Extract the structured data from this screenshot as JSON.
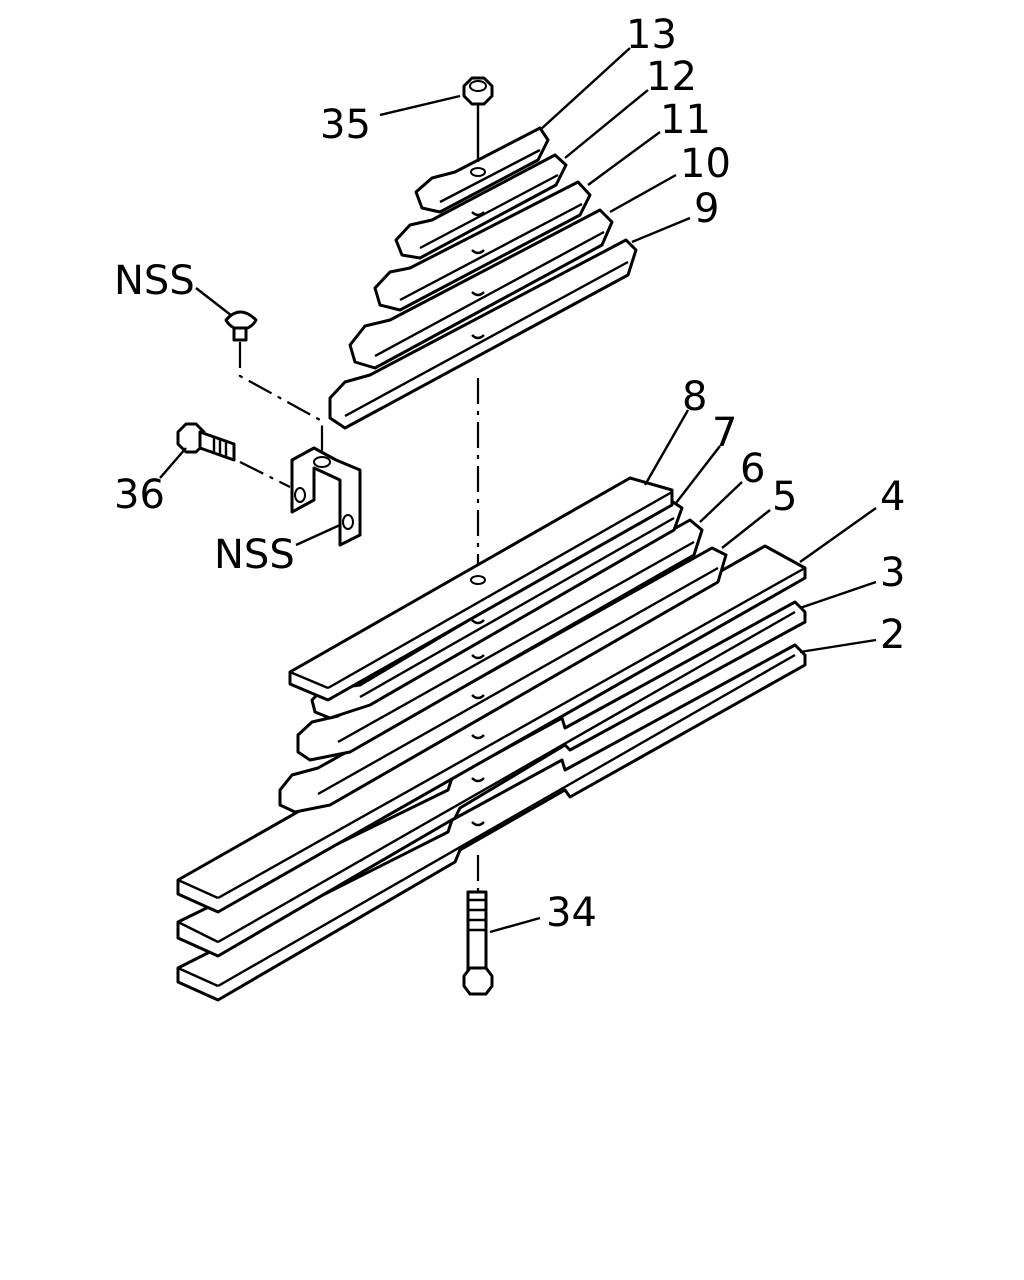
{
  "callouts": {
    "c13": "13",
    "c12": "12",
    "c11": "11",
    "c10": "10",
    "c9": "9",
    "c35": "35",
    "nss_top": "NSS",
    "c8": "8",
    "c7": "7",
    "c6": "6",
    "c5": "5",
    "c4": "4",
    "c3": "3",
    "c2": "2",
    "c36": "36",
    "nss_bottom": "NSS",
    "c34": "34"
  }
}
